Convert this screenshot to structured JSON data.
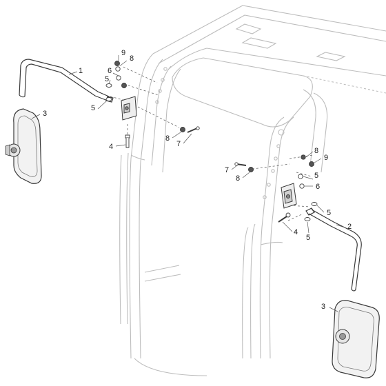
{
  "callouts": {
    "c1": "1",
    "c2": "2",
    "c3a": "3",
    "c3b": "3",
    "c4a": "4",
    "c4b": "4",
    "c5a": "5",
    "c5b": "5",
    "c5c": "5",
    "c5d": "5",
    "c5e": "5",
    "c6a": "6",
    "c6b": "6",
    "c7a": "7",
    "c7b": "7",
    "c8a": "8",
    "c8b": "8",
    "c8c": "8",
    "c8d": "8",
    "c9a": "9",
    "c9b": "9"
  },
  "colors": {
    "cab_outline": "#bdbdbd",
    "part_outline": "#3a3a3a",
    "part_fill": "#f2f2f2",
    "leader": "#555555"
  }
}
